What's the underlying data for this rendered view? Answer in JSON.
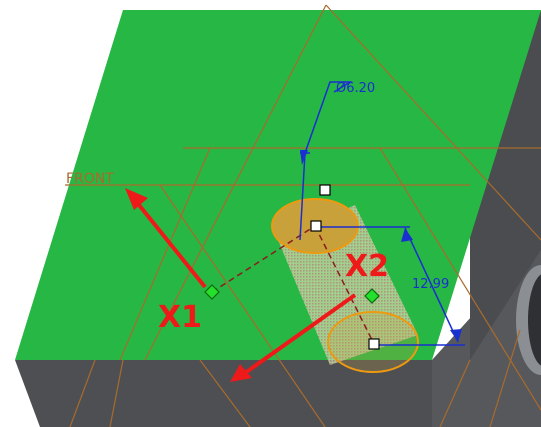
{
  "datum_plane": {
    "label": "FRONT"
  },
  "dimensions": {
    "diameter": "Ø6.20",
    "offset": "12.99"
  },
  "axes": {
    "x1_label": "X1",
    "x2_label": "X2"
  },
  "colors": {
    "top_face": "#27b745",
    "side_face": "#4d4f53",
    "datum_lines": "#a86b2c",
    "dimension": "#1a2fd0",
    "axis_arrow": "#ee1a1a",
    "hole_face": "#c9a13a",
    "hole_outline": "#ee9a10",
    "handle_green": "#25e02a"
  }
}
